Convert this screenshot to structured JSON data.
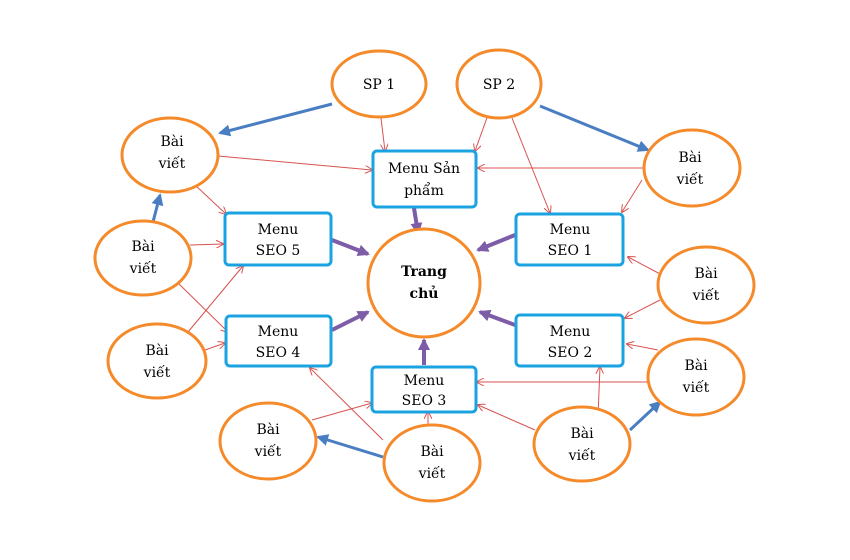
{
  "nodes": {
    "trang_chu": {
      "line1": "Trang",
      "line2": "chủ"
    },
    "menu_san_pham": {
      "line1": "Menu Sản",
      "line2": "phẩm"
    },
    "menu_seo_1": {
      "line1": "Menu",
      "line2": "SEO 1"
    },
    "menu_seo_2": {
      "line1": "Menu",
      "line2": "SEO 2"
    },
    "menu_seo_3": {
      "line1": "Menu",
      "line2": "SEO 3"
    },
    "menu_seo_4": {
      "line1": "Menu",
      "line2": "SEO 4"
    },
    "menu_seo_5": {
      "line1": "Menu",
      "line2": "SEO 5"
    },
    "sp1": {
      "line1": "SP 1"
    },
    "sp2": {
      "line1": "SP 2"
    },
    "bai_viet": {
      "line1": "Bài",
      "line2": "viết"
    }
  },
  "colors": {
    "circle_stroke": "#f58a2a",
    "menu_stroke": "#1aa3e0",
    "thin_arrow": "#d9534f",
    "purple_arrow": "#7d5ca8",
    "blue_arrow": "#4a7ec2"
  }
}
